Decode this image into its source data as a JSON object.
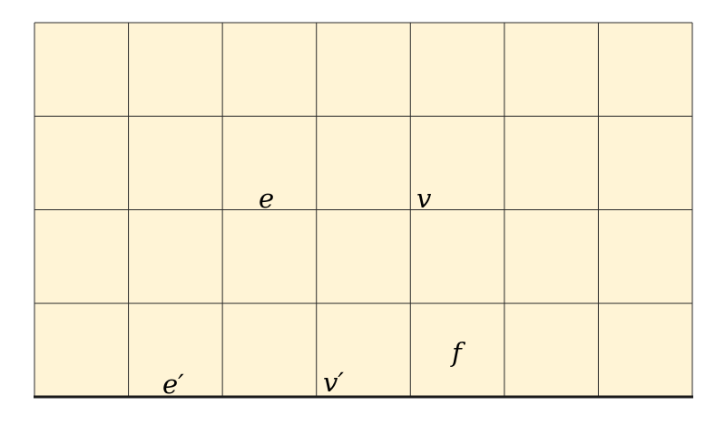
{
  "diagram": {
    "grid": {
      "columns": 7,
      "rows": 4,
      "fill_color": "#FFF4D6",
      "line_color": "#2a2a2a"
    },
    "labels": {
      "e": "e",
      "v": "v",
      "e_prime": "e′",
      "v_prime": "v′",
      "f": "f"
    }
  }
}
